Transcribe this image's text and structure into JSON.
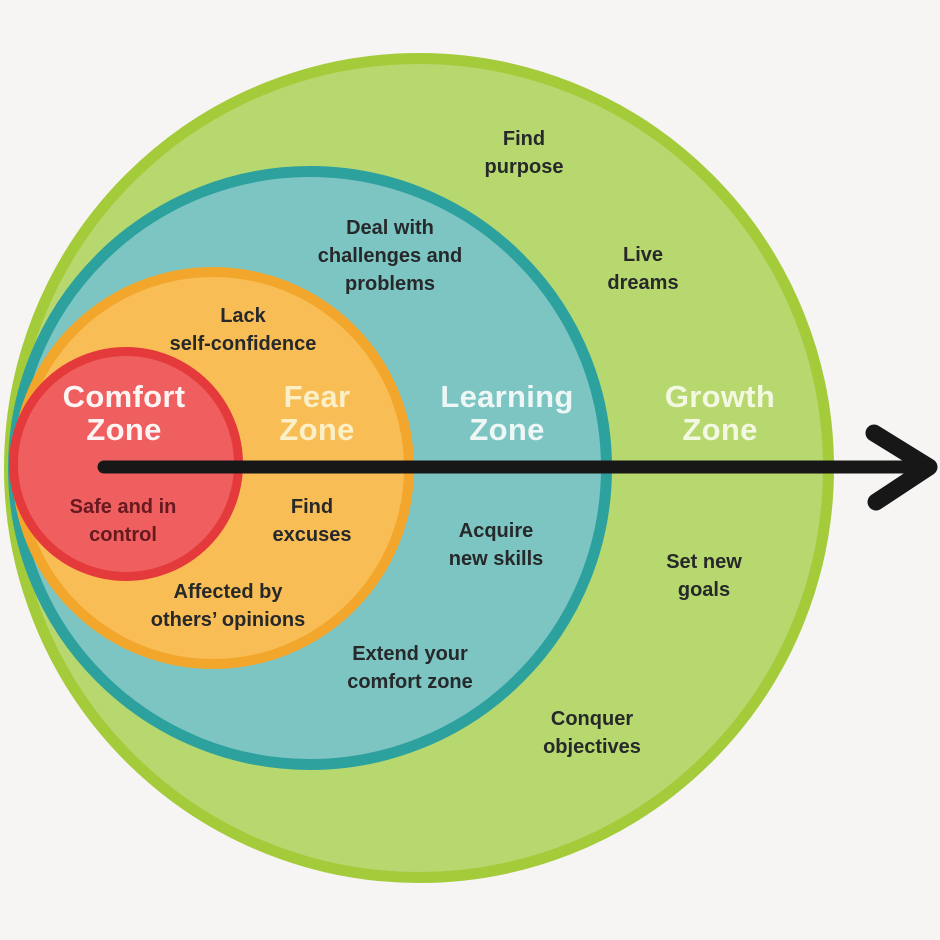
{
  "canvas": {
    "background": "#f6f5f3"
  },
  "ink": "#26282a",
  "arrow": {
    "color": "#171717"
  },
  "zones": {
    "comfort": {
      "label": "Comfort\nZone",
      "label_color": "#fdf4f4",
      "fill": "#ef5f5f",
      "border": "#e53a3c",
      "note_color": "#66191f",
      "notes": [
        "Safe and in\ncontrol"
      ]
    },
    "fear": {
      "label": "Fear\nZone",
      "label_color": "#fbf0c8",
      "fill": "#f8bd55",
      "border": "#f2a62b",
      "notes": [
        "Lack\nself-confidence",
        "Find\nexcuses",
        "Affected by\nothers’ opinions"
      ]
    },
    "learning": {
      "label": "Learning\nZone",
      "label_color": "#eef7f5",
      "fill": "#7cc5c2",
      "border": "#2ca19e",
      "notes": [
        "Deal with\nchallenges and\nproblems",
        "Acquire\nnew skills",
        "Extend your\ncomfort zone"
      ]
    },
    "growth": {
      "label": "Growth\nZone",
      "label_color": "#f3f8e1",
      "fill": "#b7d76f",
      "border": "#a3cb3a",
      "notes": [
        "Find\npurpose",
        "Live\ndreams",
        "Set new\ngoals",
        "Conquer\nobjectives"
      ]
    }
  }
}
